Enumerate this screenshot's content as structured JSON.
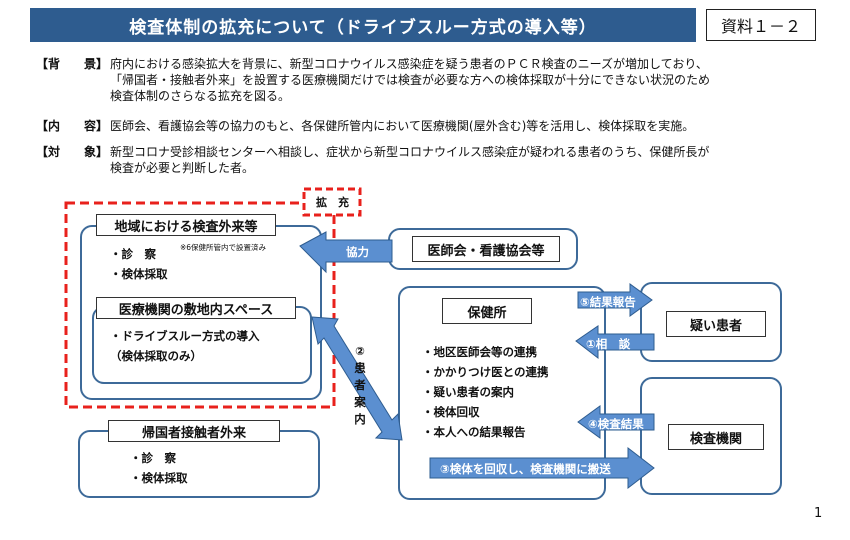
{
  "header": {
    "title": "検査体制の拡充について（ドライブスルー方式の導入等）",
    "doc_ref": "資料１－２"
  },
  "info": [
    {
      "label": "【背　　景】",
      "lines": [
        "府内における感染拡大を背景に、新型コロナウイルス感染症を疑う患者のＰＣＲ検査のニーズが増加しており、",
        "「帰国者・接触者外来」を設置する医療機関だけでは検査が必要な方への検体採取が十分にできない状況のため",
        "検査体制のさらなる拡充を図る。"
      ]
    },
    {
      "label": "【内　　容】",
      "lines": [
        "医師会、看護協会等の協力のもと、各保健所管内において医療機関(屋外含む)等を活用し、検体採取を実施。"
      ]
    },
    {
      "label": "【対　　象】",
      "lines": [
        "新型コロナ受診相談センターへ相談し、症状から新型コロナウイルス感染症が疑われる患者のうち、保健所長が",
        "検査が必要と判断した者。"
      ]
    }
  ],
  "diagram": {
    "expansion_label": "拡　充",
    "regional": {
      "title": "地域における検査外来等",
      "note": "※6保健所管内で設置済み",
      "items": [
        "・診　察",
        "・検体採取"
      ]
    },
    "premises": {
      "title": "医療機関の敷地内スペース",
      "items": [
        "・ドライブスルー方式の導入",
        "（検体採取のみ）"
      ]
    },
    "returnee": {
      "title": "帰国者接触者外来",
      "items": [
        "・診　察",
        "・検体採取"
      ]
    },
    "association": "医師会・看護協会等",
    "cooperation": "協力",
    "health_center": {
      "title": "保健所",
      "items": [
        "・地区医師会等の連携",
        "・かかりつけ医との連携",
        "・疑い患者の案内",
        "・検体回収",
        "・本人への結果報告"
      ]
    },
    "patient": "疑い患者",
    "lab": "検査機関",
    "arrows": {
      "patient_guide": [
        "②",
        "患",
        "者",
        "案",
        "内"
      ],
      "result_report": "⑤結果報告",
      "consult": "①相　談",
      "test_result": "④検査結果",
      "collect": "③検体を回収し、検査機関に搬送"
    }
  },
  "page_number": "1",
  "colors": {
    "header_bg": "#2e5c8f",
    "box_border": "#3d6a99",
    "arrow_fill": "#5b8fd0",
    "dashed_red": "#e8211c"
  }
}
